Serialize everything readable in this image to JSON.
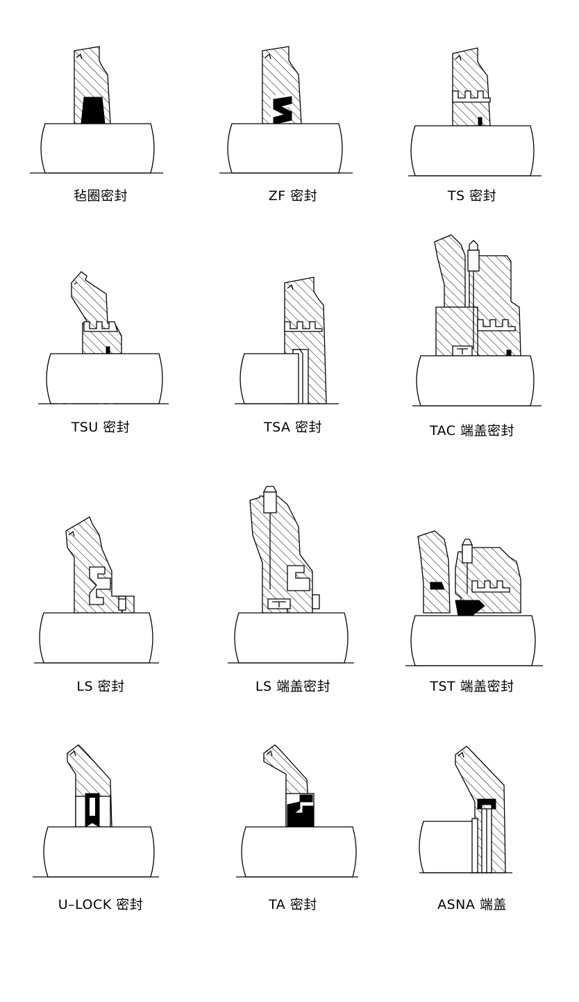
{
  "diagrams": [
    {
      "caption": "毡圈密封",
      "kind": "felt"
    },
    {
      "caption": "ZF  密封",
      "kind": "zf"
    },
    {
      "caption": "TS  密封",
      "kind": "ts"
    },
    {
      "caption": "TSU  密封",
      "kind": "tsu"
    },
    {
      "caption": "TSA  密封",
      "kind": "tsa"
    },
    {
      "caption": "TAC 端盖密封",
      "kind": "tac"
    },
    {
      "caption": "LS  密封",
      "kind": "ls"
    },
    {
      "caption": "LS 端盖密封",
      "kind": "ls-end"
    },
    {
      "caption": "TST 端盖密封",
      "kind": "tst"
    },
    {
      "caption": "U–LOCK  密封",
      "kind": "ulock"
    },
    {
      "caption": "TA  密封",
      "kind": "ta"
    },
    {
      "caption": "ASNA 端盖",
      "kind": "asna"
    }
  ]
}
